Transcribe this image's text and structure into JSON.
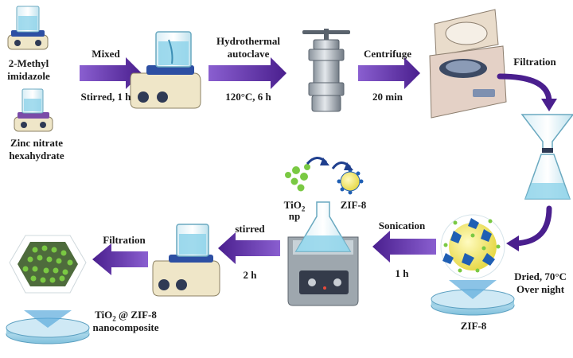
{
  "reagents": {
    "methyl_line1": "2-Methyl",
    "methyl_line2": "imidazole",
    "zinc_line1": "Zinc nitrate",
    "zinc_line2": "hexahydrate"
  },
  "steps": {
    "mixed": "Mixed",
    "stirred_1h": "Stirred, 1 h",
    "hydro_line1": "Hydrothermal",
    "hydro_line2": "autoclave",
    "hydro_cond": "120°C, 6 h",
    "centrifuge": "Centrifuge",
    "centrifuge_time": "20 min",
    "filtration1": "Filtration",
    "dried_line1": "Dried, 70°C",
    "dried_line2": "Over night",
    "sonication": "Sonication",
    "sonication_time": "1 h",
    "stirred": "stirred",
    "stirred_time": "2 h",
    "filtration2": "Filtration"
  },
  "materials": {
    "zif8_product": "ZIF-8",
    "tio2_main": "TiO",
    "tio2_sub": "2",
    "tio2_np": "np",
    "zif8_small": "ZIF-8",
    "final_tio2": "TiO",
    "final_sub": "2",
    "final_rest": " @ ZIF-8",
    "final_line2": "nanocomposite"
  },
  "colors": {
    "arrow": "#5b2a9e",
    "equipment": "#efe6c8",
    "knob": "#2f3a55",
    "hotplate": "#2d4fa3",
    "liquid": "#8fd3ea",
    "zif_green": "#7ac943",
    "zif_blue": "#1f5fb4",
    "zif_yellow": "#f2e85b"
  }
}
